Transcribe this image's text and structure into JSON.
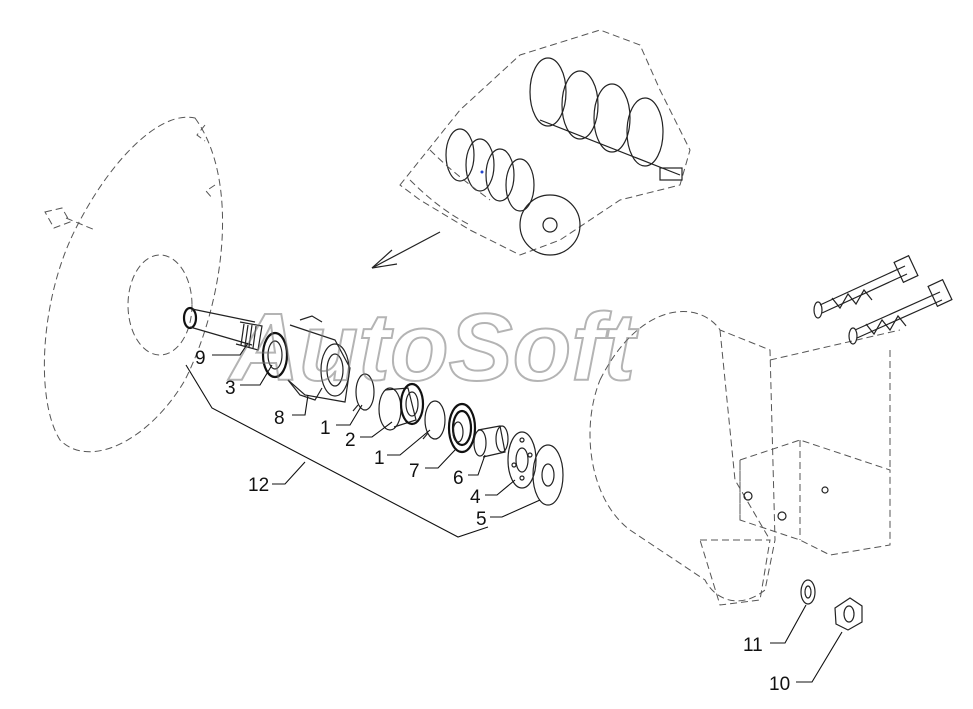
{
  "watermark": "AutoSoft",
  "callouts": [
    {
      "id": "9",
      "text": "9"
    },
    {
      "id": "3",
      "text": "3"
    },
    {
      "id": "8",
      "text": "8"
    },
    {
      "id": "1a",
      "text": "1"
    },
    {
      "id": "2",
      "text": "2"
    },
    {
      "id": "1b",
      "text": "1"
    },
    {
      "id": "7",
      "text": "7"
    },
    {
      "id": "6",
      "text": "6"
    },
    {
      "id": "4",
      "text": "4"
    },
    {
      "id": "5",
      "text": "5"
    },
    {
      "id": "12",
      "text": "12"
    },
    {
      "id": "11",
      "text": "11"
    },
    {
      "id": "10",
      "text": "10"
    }
  ]
}
